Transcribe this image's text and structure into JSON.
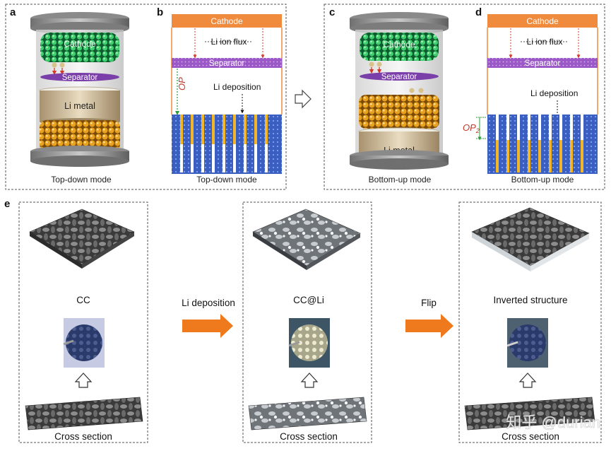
{
  "panels": {
    "a": {
      "letter": "a",
      "caption": "Top-down mode",
      "cathode": "Cathode",
      "separator": "Separator",
      "metal": "Li metal"
    },
    "b": {
      "letter": "b",
      "caption": "Top-down mode",
      "cathode": "Cathode",
      "flux": "Li ion flux",
      "separator": "Separator",
      "op": "OP",
      "deposition": "Li deposition"
    },
    "c": {
      "letter": "c",
      "caption": "Bottom-up mode",
      "cathode": "Cathode",
      "separator": "Separator",
      "metal": "Li metal"
    },
    "d": {
      "letter": "d",
      "caption": "Bottom-up mode",
      "cathode": "Cathode",
      "flux": "Li ion flux",
      "separator": "Separator",
      "op": "OP",
      "op_sub": "2",
      "deposition": "Li deposition"
    },
    "e": {
      "letter": "e",
      "cc_label": "CC",
      "ccli_label": "CC@Li",
      "inverted_label": "Inverted structure",
      "cross_section": "Cross section",
      "arrow1": "Li deposition",
      "arrow2": "Flip"
    }
  },
  "watermark": "知乎 @durian",
  "colors": {
    "cathode_orange": "#f08a3c",
    "separator_purple": "#9b59c8",
    "current_collector_blue": "#3b5fc0",
    "li_yellow": "#f2b62a",
    "arrow_orange": "#ee7a1d",
    "op_green": "#2a9d3a",
    "flux_red": "#d43a2a"
  }
}
